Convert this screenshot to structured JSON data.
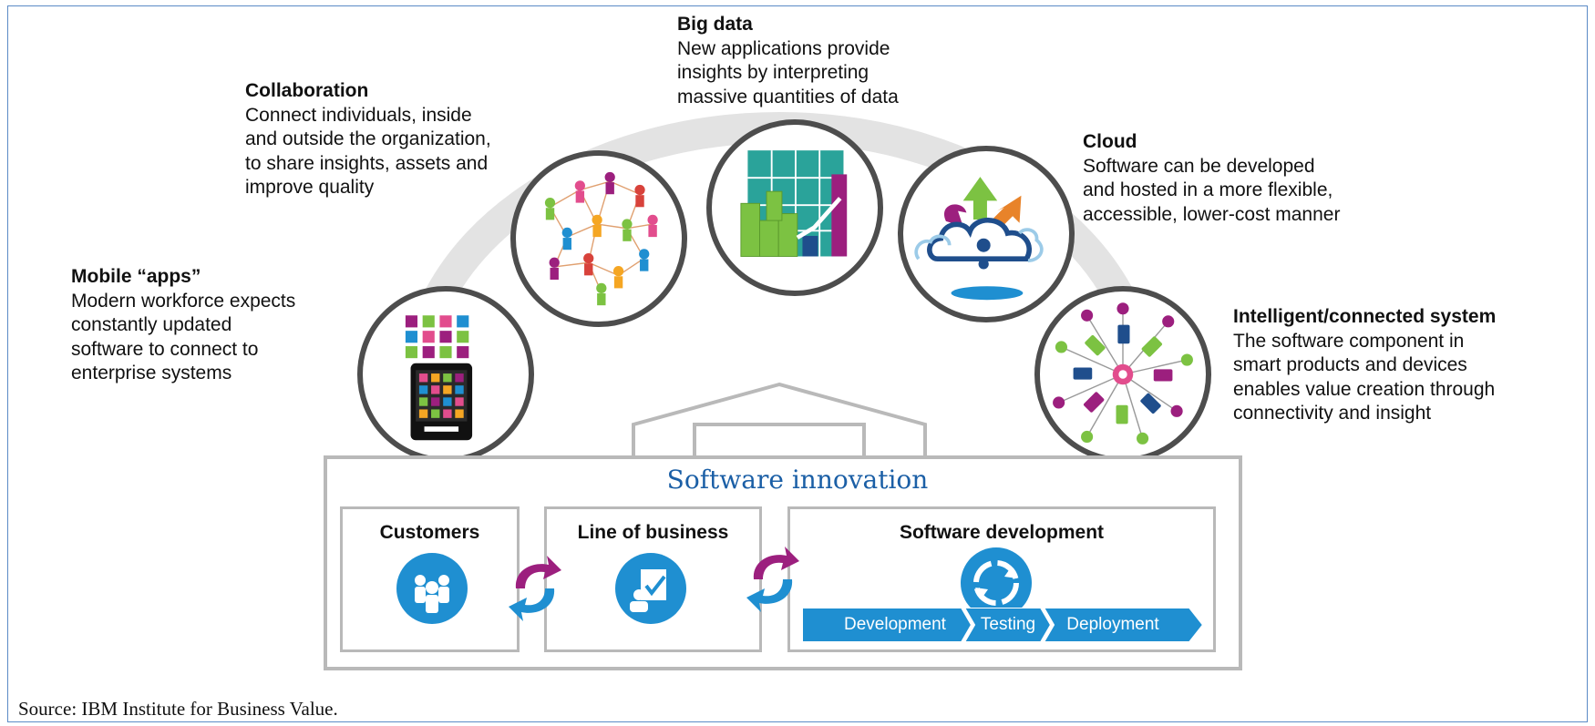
{
  "diagram": {
    "callouts": [
      {
        "id": "mobile",
        "title": "Mobile “apps”",
        "text": "Modern workforce expects\nconstantly updated\nsoftware to connect to\nenterprise systems",
        "icon": "mobile-phone-icon"
      },
      {
        "id": "collaboration",
        "title": "Collaboration",
        "text": "Connect individuals, inside\nand outside the organization,\nto share insights, assets and\nimprove quality",
        "icon": "people-network-icon"
      },
      {
        "id": "bigdata",
        "title": "Big data",
        "text": "New applications provide\ninsights by interpreting\nmassive quantities of data",
        "icon": "bar-chart-icon"
      },
      {
        "id": "cloud",
        "title": "Cloud",
        "text": "Software can be developed\nand hosted in a more flexible,\naccessible, lower-cost manner",
        "icon": "cloud-icon"
      },
      {
        "id": "intelligent",
        "title": "Intelligent/connected system",
        "text": "The software component in\nsmart products and devices\nenables value creation through\nconnectivity and insight",
        "icon": "connected-devices-icon"
      }
    ],
    "innovation": {
      "title": "Software innovation",
      "panels": [
        {
          "title": "Customers",
          "icon": "customers-icon"
        },
        {
          "title": "Line of business",
          "icon": "business-document-icon"
        },
        {
          "title": "Software development",
          "icon": "cycle-icon"
        }
      ],
      "pipeline": [
        "Development",
        "Testing",
        "Deployment"
      ]
    },
    "source": "Source: IBM Institute for Business Value.",
    "colors": {
      "frame": "#5b8bc6",
      "title_blue": "#1b5fa6",
      "icon_blue": "#1f8fd1",
      "circle_border": "#4d4d4d",
      "arc_gray": "#e3e3e3",
      "box_gray": "#b9b9b9",
      "magenta": "#9c1f7e",
      "green": "#7cc242"
    }
  }
}
